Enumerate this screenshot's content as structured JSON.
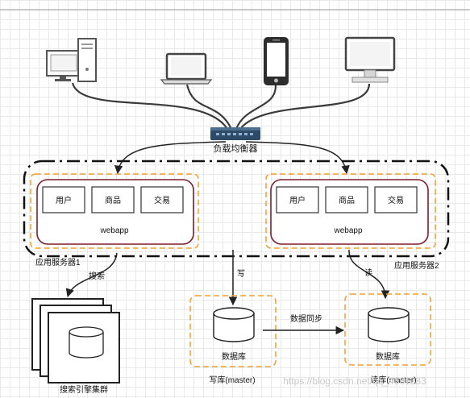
{
  "load_balancer": {
    "label": "负载均衡器"
  },
  "app_server_1": {
    "label": "应用服务器1",
    "modules": [
      "用户",
      "商品",
      "交易"
    ],
    "webapp": "webapp"
  },
  "app_server_2": {
    "label": "应用服务器2",
    "modules": [
      "用户",
      "商品",
      "交易"
    ],
    "webapp": "webapp"
  },
  "edges": {
    "search": "搜索",
    "write": "写",
    "read": "读",
    "sync": "数据同步"
  },
  "search_cluster": {
    "label": "搜索引擎集群"
  },
  "db_write": {
    "label": "数据库",
    "caption": "写库(master)"
  },
  "db_read": {
    "label": "数据库",
    "caption": "读库(master)"
  },
  "watermark": "https://blog.csdn.net/qq_4361283"
}
